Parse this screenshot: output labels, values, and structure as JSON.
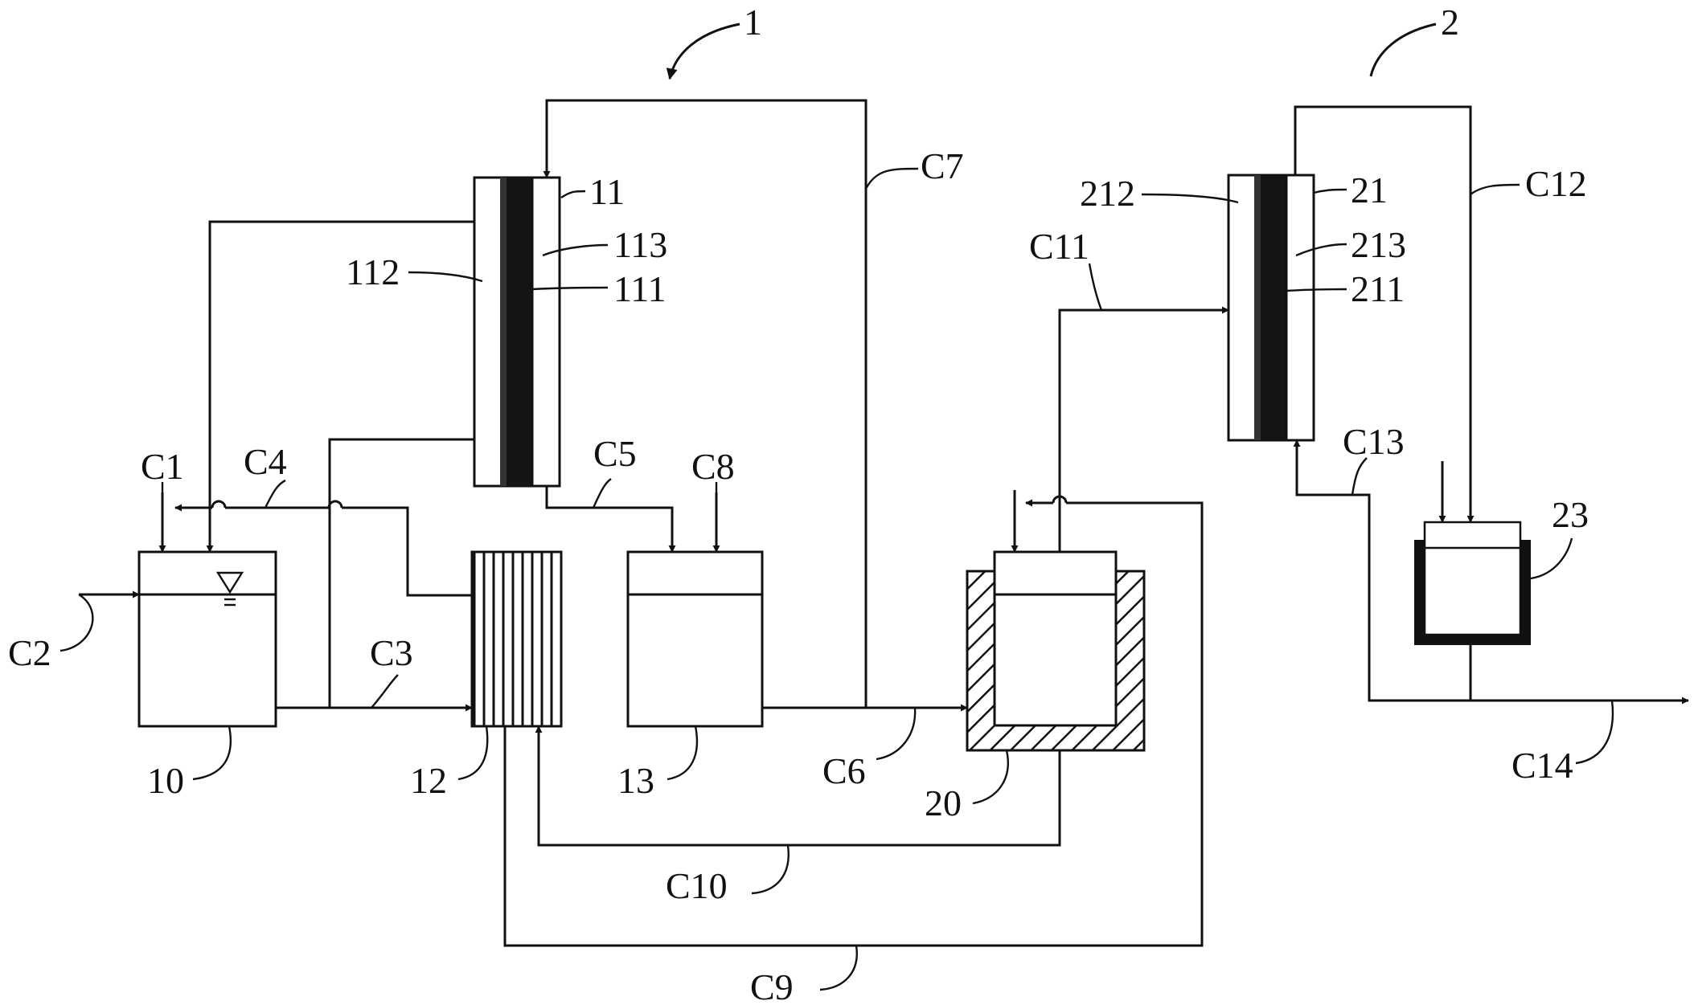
{
  "colors": {
    "line": "#111111",
    "background": "#ffffff",
    "membrane": "#1a1a1a"
  },
  "labels": {
    "system1": "1",
    "system2": "2",
    "unit10": "10",
    "unit11": "11",
    "unit111": "111",
    "unit112": "112",
    "unit113": "113",
    "unit12": "12",
    "unit13": "13",
    "unit20": "20",
    "unit21": "21",
    "unit211": "211",
    "unit212": "212",
    "unit213": "213",
    "unit23": "23"
  },
  "streams": {
    "c1": "C1",
    "c2": "C2",
    "c3": "C3",
    "c4": "C4",
    "c5": "C5",
    "c6": "C6",
    "c7": "C7",
    "c8": "C8",
    "c9": "C9",
    "c10": "C10",
    "c11": "C11",
    "c12": "C12",
    "c13": "C13",
    "c14": "C14"
  }
}
